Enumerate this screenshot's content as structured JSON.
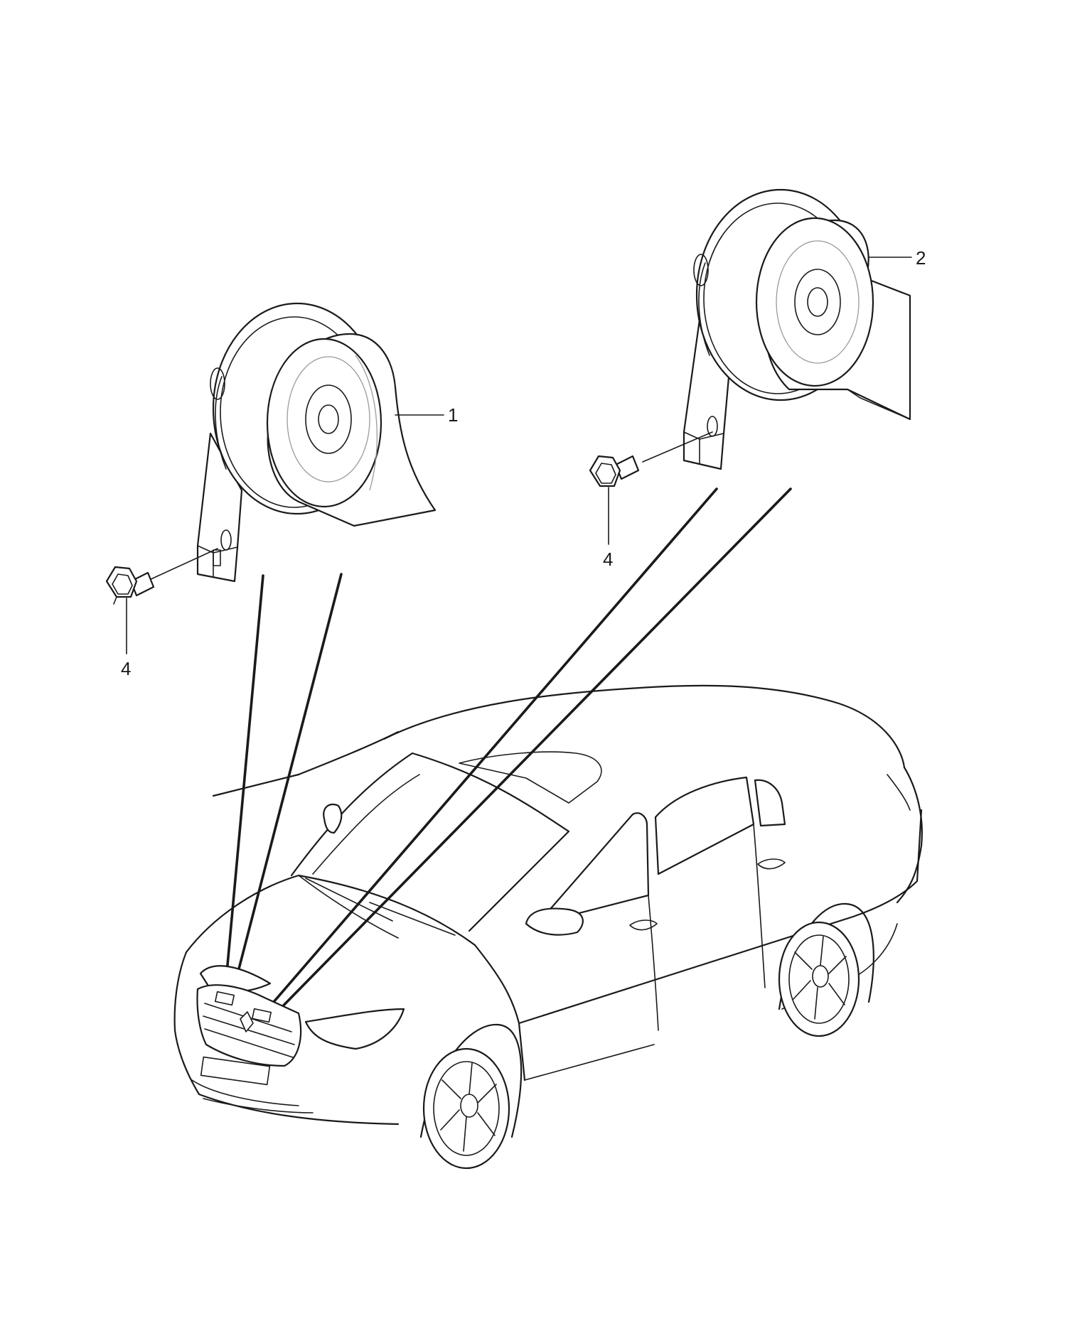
{
  "diagram": {
    "callouts": {
      "horn_left": "1",
      "horn_right": "2",
      "bolt_left": "4",
      "bolt_right": "4"
    },
    "colors": {
      "line": "#1a1a1a",
      "background": "#ffffff",
      "hidden_line": "#9a9a9a"
    }
  }
}
